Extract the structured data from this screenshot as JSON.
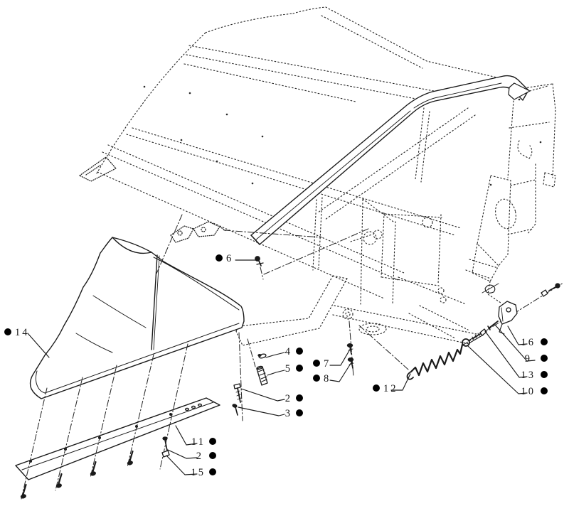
{
  "figure": {
    "kind": "exploded-parts-diagram",
    "background_color": "#ffffff",
    "line_color": "#1f1f1f",
    "bullet_color": "#000000",
    "callouts": [
      {
        "id": "c14",
        "label": "14"
      },
      {
        "id": "c6",
        "label": "6"
      },
      {
        "id": "c4",
        "label": "4"
      },
      {
        "id": "c5",
        "label": "5"
      },
      {
        "id": "c7",
        "label": "7"
      },
      {
        "id": "c8",
        "label": "8"
      },
      {
        "id": "c2-mid",
        "label": "2"
      },
      {
        "id": "c3",
        "label": "3"
      },
      {
        "id": "c12",
        "label": "12"
      },
      {
        "id": "c11",
        "label": "11"
      },
      {
        "id": "c2-bottom",
        "label": "2"
      },
      {
        "id": "c15",
        "label": "15"
      },
      {
        "id": "c16",
        "label": "16"
      },
      {
        "id": "c9",
        "label": "9"
      },
      {
        "id": "c13",
        "label": "13"
      },
      {
        "id": "c10",
        "label": "10"
      }
    ]
  }
}
